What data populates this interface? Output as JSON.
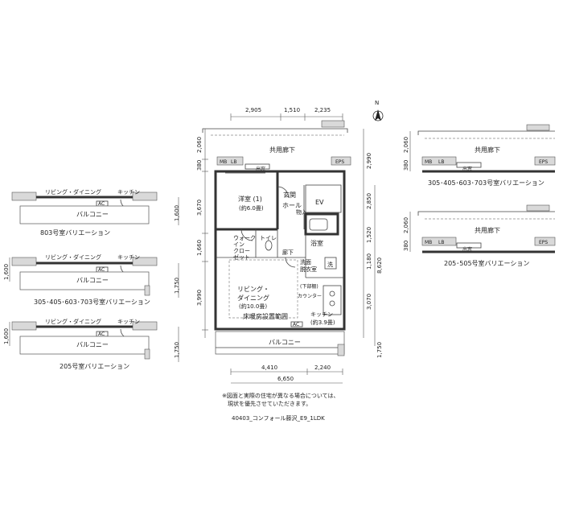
{
  "north": "N",
  "main": {
    "dims_top": [
      "2,905",
      "1,510",
      "2,235"
    ],
    "dims_bottom": [
      "4,410",
      "2,240",
      "6,650"
    ],
    "dims_left": [
      "2,060",
      "380",
      "3,670",
      "1,660",
      "3,990"
    ],
    "dims_right": [
      "2,990",
      "2,850",
      "1,520",
      "1,180",
      "3,070",
      "8,620",
      "1,750"
    ],
    "corridor": "共用廊下",
    "mb": "MB",
    "lb": "LB",
    "eps": "EPS",
    "entry_top": "出窓",
    "bedroom": "洋室 (1)",
    "bedroom_size": "(約6.0畳)",
    "genkan": "玄関",
    "hall": "ホール",
    "ev": "EV",
    "storage": "物入",
    "walkin_1": "ウォーク",
    "walkin_2": "イン",
    "walkin_3": "クロー",
    "walkin_4": "ゼット",
    "toilet": "トイレ",
    "rouka": "廊下",
    "bath": "浴室",
    "wash_1": "洗面",
    "wash_2": "脱衣室",
    "wash_machine": "洗",
    "living_1": "リビング・",
    "living_2": "ダイニング",
    "living_size": "(約10.0畳)",
    "under_1": "(下部棚)",
    "counter": "カウンター",
    "kitchen": "キッチン",
    "kitchen_size": "(約3.9畳)",
    "floor_heat": "床暖房設置範囲",
    "ac": "AC",
    "balcony": "バルコニー",
    "note_1": "※図面と実際の住宅が異なる場合については、",
    "note_2": "現状を優先させていただきます。",
    "file_label": "40403_コンフォール藤沢_E9_1LDK"
  },
  "variations_left": [
    {
      "title": "803号室バリエーション",
      "dims": [
        "1,600"
      ],
      "living": "リビング・ダイニング",
      "kitchen": "キッチン",
      "ac": "AC",
      "balcony": "バルコニー"
    },
    {
      "title": "305･405･603･703号室バリエーション",
      "dims": [
        "1,600",
        "1,750"
      ],
      "living": "リビング・ダイニング",
      "kitchen": "キッチン",
      "ac": "AC",
      "balcony": "バルコニー"
    },
    {
      "title": "205号室バリエーション",
      "dims": [
        "1,600",
        "1,750"
      ],
      "living": "リビング・ダイニング",
      "kitchen": "キッチン",
      "ac": "AC",
      "balcony": "バルコニー"
    }
  ],
  "variations_right": [
    {
      "title": "305･405･603･703号室バリエーション",
      "dims": [
        "2,060",
        "380"
      ],
      "corridor": "共用廊下",
      "mb": "MB",
      "lb": "LB",
      "eps": "EPS",
      "window": "出窓"
    },
    {
      "title": "205･505号室バリエーション",
      "dims": [
        "2,060",
        "380"
      ],
      "corridor": "共用廊下",
      "mb": "MB",
      "lb": "LB",
      "eps": "EPS",
      "window": "出窓"
    }
  ]
}
